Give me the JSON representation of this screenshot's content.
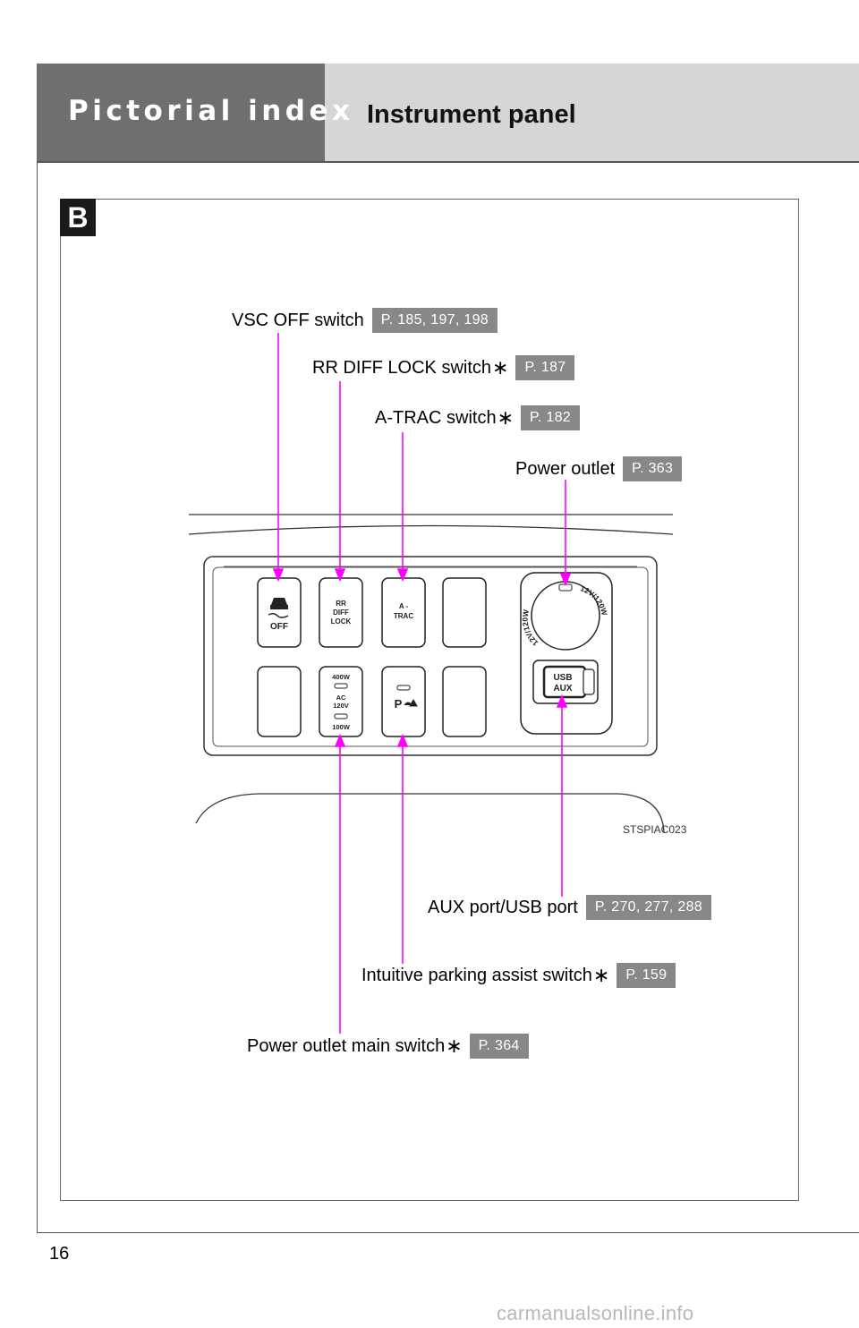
{
  "header": {
    "section_title": "Pictorial index",
    "page_heading": "Instrument panel",
    "section_letter": "B"
  },
  "callouts": [
    {
      "id": "vsc",
      "label": "VSC OFF switch",
      "star": "",
      "page_ref": "P. 185, 197, 198"
    },
    {
      "id": "rrdiff",
      "label": "RR DIFF LOCK switch",
      "star": "∗",
      "page_ref": "P. 187"
    },
    {
      "id": "atrac",
      "label": "A-TRAC switch",
      "star": "∗",
      "page_ref": "P. 182"
    },
    {
      "id": "outlet",
      "label": "Power outlet",
      "star": "",
      "page_ref": "P. 363"
    },
    {
      "id": "aux",
      "label": "AUX port/USB port",
      "star": "",
      "page_ref": "P. 270, 277, 288"
    },
    {
      "id": "park",
      "label": "Intuitive parking assist switch",
      "star": "∗",
      "page_ref": "P. 159"
    },
    {
      "id": "mainsw",
      "label": "Power outlet main switch",
      "star": "∗",
      "page_ref": "P. 364"
    }
  ],
  "figure": {
    "code": "STSPIAC023",
    "switches": {
      "vsc_text": "OFF",
      "rr_line1": "RR",
      "rr_line2": "DIFF",
      "rr_line3": "LOCK",
      "atrac_line1": "A -",
      "atrac_line2": "TRAC",
      "outlet_top": "400W",
      "outlet_mid1": "AC",
      "outlet_mid2": "120V",
      "outlet_bottom": "100W",
      "park_text": "P",
      "usb_line1": "USB",
      "usb_line2": "AUX",
      "socket_left": "12V/120W",
      "socket_right": "12V/120W"
    }
  },
  "colors": {
    "leader": "#ff00ff",
    "page_ref_bg": "#888888",
    "header_dark": "#6f6f6f",
    "header_light": "#d6d6d6"
  },
  "footer": {
    "page_number": "16",
    "watermark": "carmanualsonline.info"
  }
}
